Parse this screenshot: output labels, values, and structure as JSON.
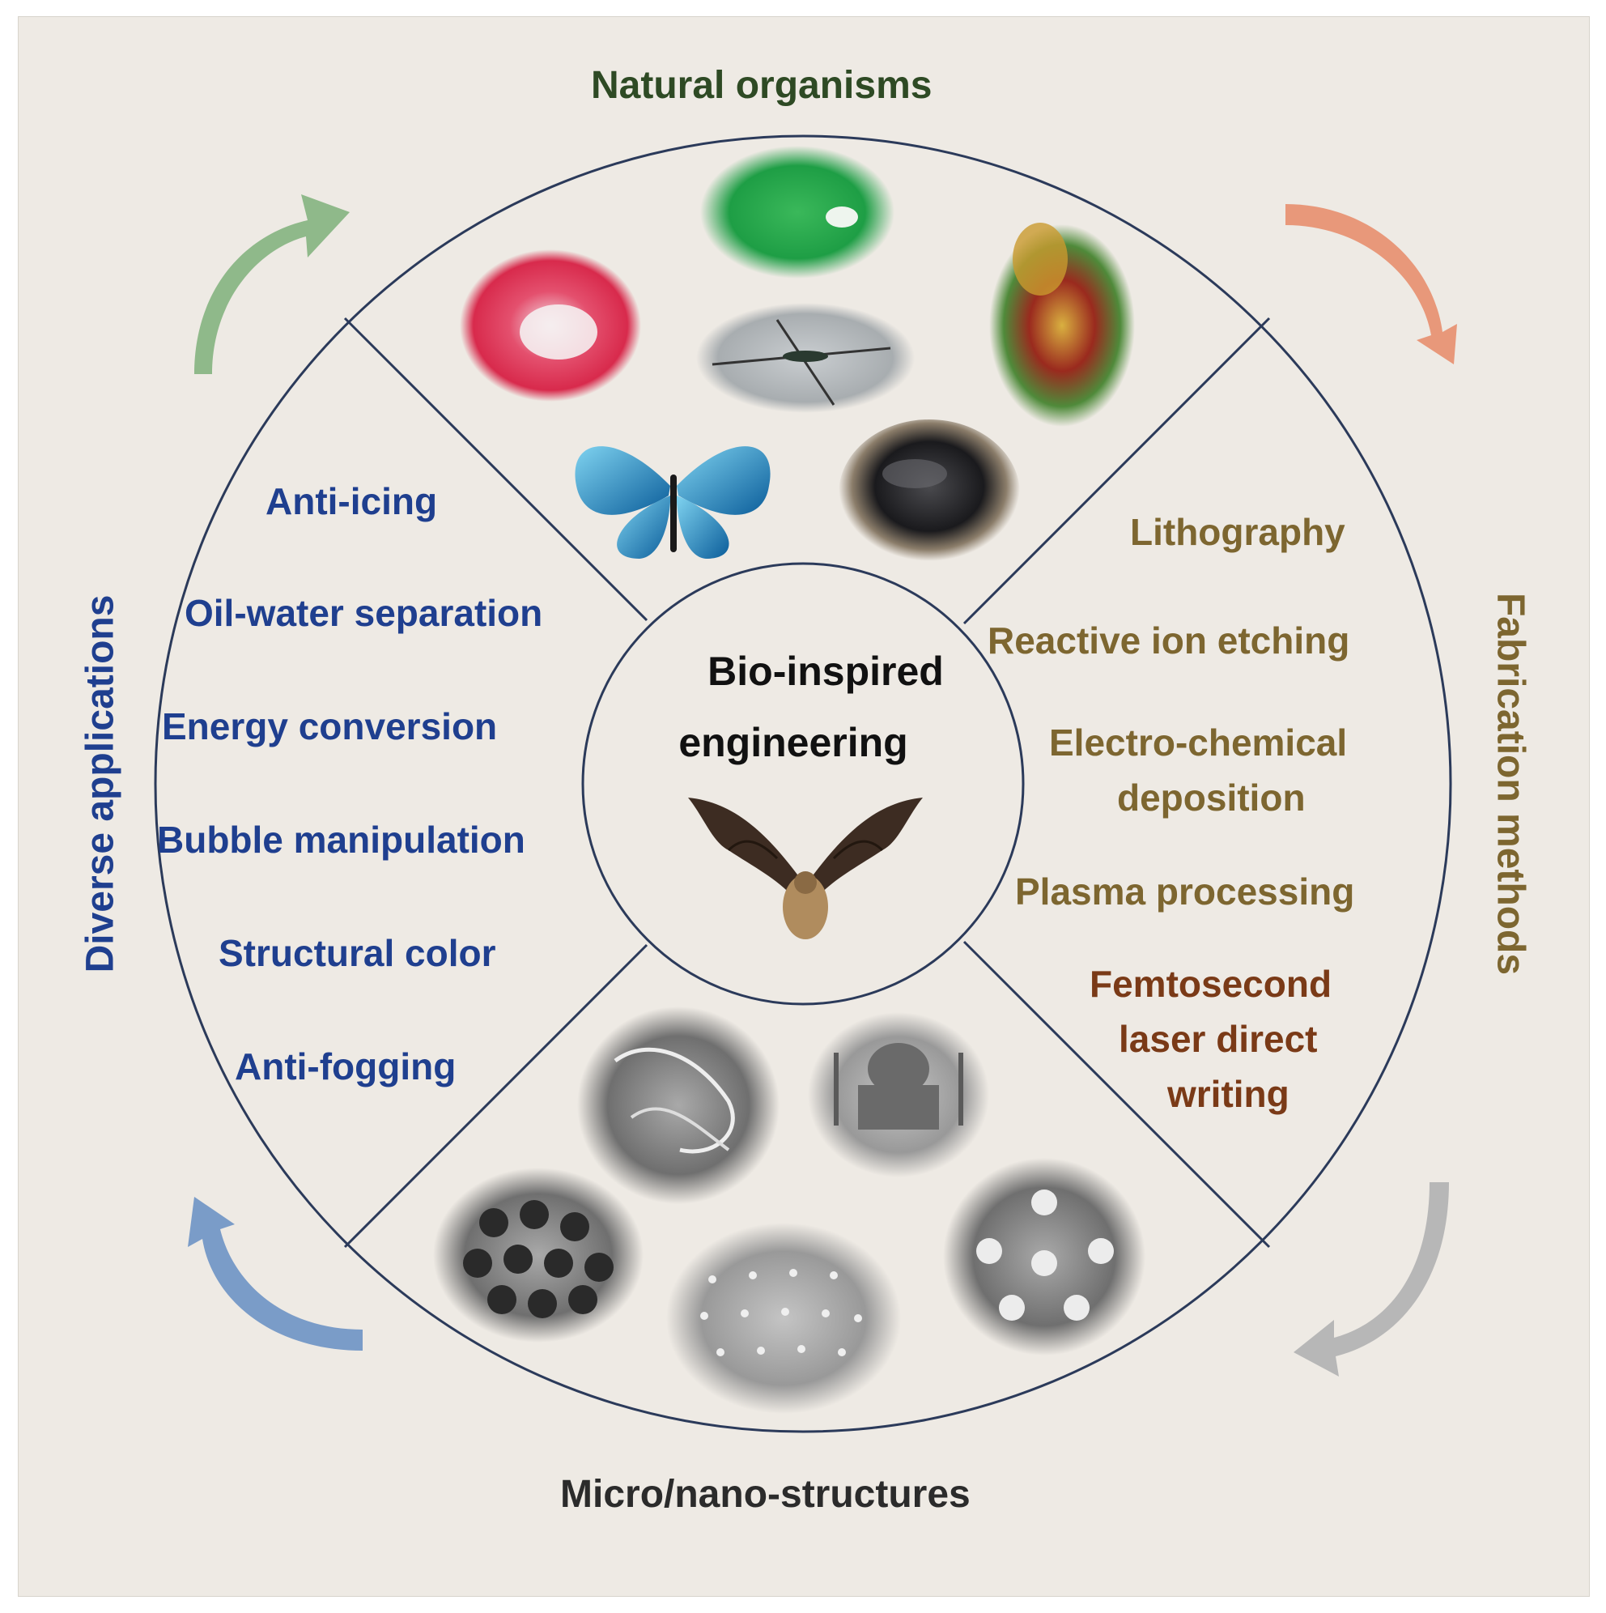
{
  "titles": {
    "top": "Natural organisms",
    "bottom": "Micro/nano-structures",
    "left": "Diverse applications",
    "right": "Fabrication methods"
  },
  "center": {
    "line1": "Bio-inspired",
    "line2": "engineering"
  },
  "applications": [
    "Anti-icing",
    "Oil-water separation",
    "Energy conversion",
    "Bubble manipulation",
    "Structural color",
    "Anti-fogging"
  ],
  "fabrication": {
    "lithography": "Lithography",
    "rie": "Reactive ion etching",
    "ecd_1": "Electro-chemical",
    "ecd_2": "deposition",
    "plasma": "Plasma processing",
    "fs_1": "Femtosecond",
    "fs_2": "laser direct",
    "fs_3": "writing"
  },
  "colors": {
    "top_title": "#2e4a24",
    "bottom_title": "#2b2b2b",
    "applications": "#1f3f8f",
    "fabrication": "#7d6630",
    "femtosecond": "#7a3a17",
    "circle_stroke": "#2b3a5a",
    "arrow_green": "#8fb98a",
    "arrow_orange": "#e8987a",
    "arrow_gray": "#b7b7b7",
    "arrow_blue": "#7a9cc8"
  }
}
